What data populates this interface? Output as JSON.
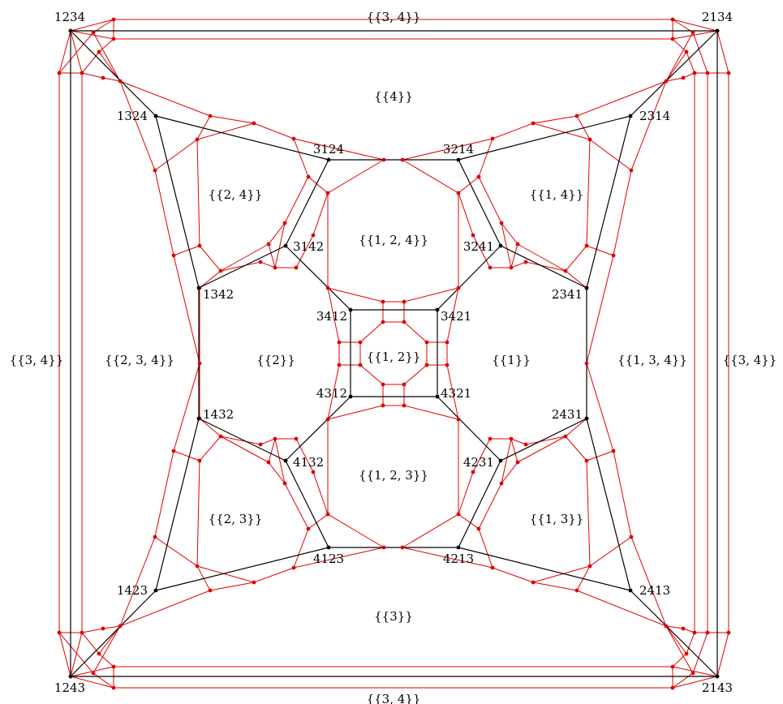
{
  "colors": {
    "graph": "#000000",
    "complex": "#e00000"
  },
  "vertices": [
    {
      "id": "1234",
      "label": "1234"
    },
    {
      "id": "2134",
      "label": "2134"
    },
    {
      "id": "1243",
      "label": "1243"
    },
    {
      "id": "2143",
      "label": "2143"
    },
    {
      "id": "1324",
      "label": "1324"
    },
    {
      "id": "2314",
      "label": "2314"
    },
    {
      "id": "1423",
      "label": "1423"
    },
    {
      "id": "2413",
      "label": "2413"
    },
    {
      "id": "3124",
      "label": "3124"
    },
    {
      "id": "3214",
      "label": "3214"
    },
    {
      "id": "4123",
      "label": "4123"
    },
    {
      "id": "4213",
      "label": "4213"
    },
    {
      "id": "3142",
      "label": "3142"
    },
    {
      "id": "3241",
      "label": "3241"
    },
    {
      "id": "4132",
      "label": "4132"
    },
    {
      "id": "4231",
      "label": "4231"
    },
    {
      "id": "1342",
      "label": "1342"
    },
    {
      "id": "2341",
      "label": "2341"
    },
    {
      "id": "1432",
      "label": "1432"
    },
    {
      "id": "2431",
      "label": "2431"
    },
    {
      "id": "3412",
      "label": "3412"
    },
    {
      "id": "3421",
      "label": "3421"
    },
    {
      "id": "4312",
      "label": "4312"
    },
    {
      "id": "4321",
      "label": "4321"
    }
  ],
  "regions": [
    {
      "id": "top",
      "label": "{{3, 4}}"
    },
    {
      "id": "bottom",
      "label": "{{3, 4}}"
    },
    {
      "id": "left",
      "label": "{{3, 4}}"
    },
    {
      "id": "right",
      "label": "{{3, 4}}"
    },
    {
      "id": "r4",
      "label": "{{4}}"
    },
    {
      "id": "r3",
      "label": "{{3}}"
    },
    {
      "id": "r24",
      "label": "{{2, 4}}"
    },
    {
      "id": "r14",
      "label": "{{1, 4}}"
    },
    {
      "id": "r23",
      "label": "{{2, 3}}"
    },
    {
      "id": "r13",
      "label": "{{1, 3}}"
    },
    {
      "id": "r124",
      "label": "{{1, 2, 4}}"
    },
    {
      "id": "r123",
      "label": "{{1, 2, 3}}"
    },
    {
      "id": "r2",
      "label": "{{2}}"
    },
    {
      "id": "r1",
      "label": "{{1}}"
    },
    {
      "id": "r12",
      "label": "{{1, 2}}"
    },
    {
      "id": "r234",
      "label": "{{2, 3, 4}}"
    },
    {
      "id": "r134",
      "label": "{{1, 3, 4}}"
    }
  ]
}
